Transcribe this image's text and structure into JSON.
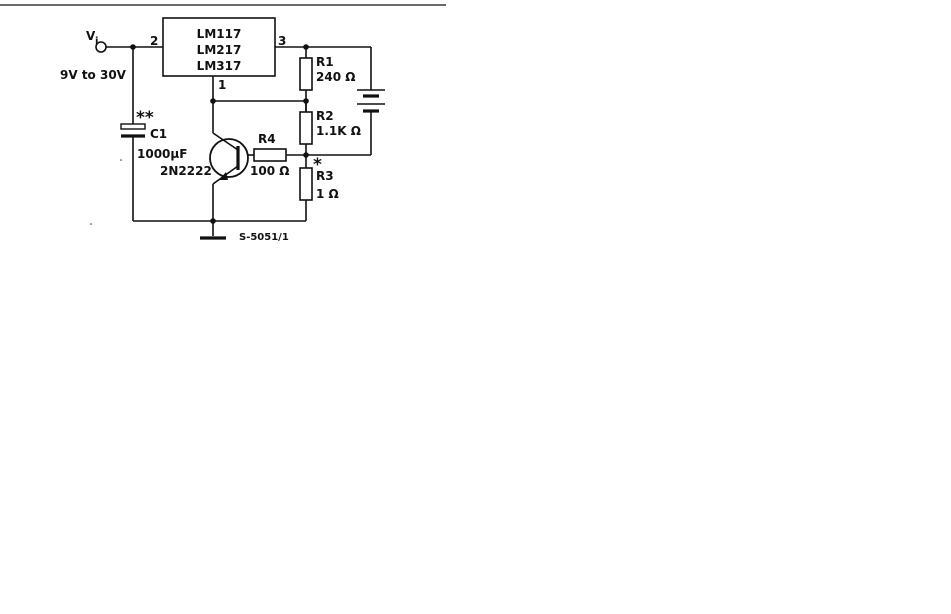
{
  "input": {
    "label_main": "V",
    "label_sub": "i",
    "range": "9V to 30V"
  },
  "regulator": {
    "parts": [
      "LM117",
      "LM217",
      "LM317"
    ],
    "pin_in": "2",
    "pin_out": "3",
    "pin_adj": "1"
  },
  "components": {
    "c1": {
      "name": "C1",
      "value": "1000µF",
      "mark": "**"
    },
    "r1": {
      "name": "R1",
      "value": "240 Ω"
    },
    "r2": {
      "name": "R2",
      "value": "1.1K Ω"
    },
    "r3": {
      "name": "R3",
      "value": "1 Ω",
      "mark": "*"
    },
    "r4": {
      "name": "R4",
      "value": "100 Ω"
    },
    "q1": {
      "part": "2N2222"
    }
  },
  "reference": "S-5051/1"
}
